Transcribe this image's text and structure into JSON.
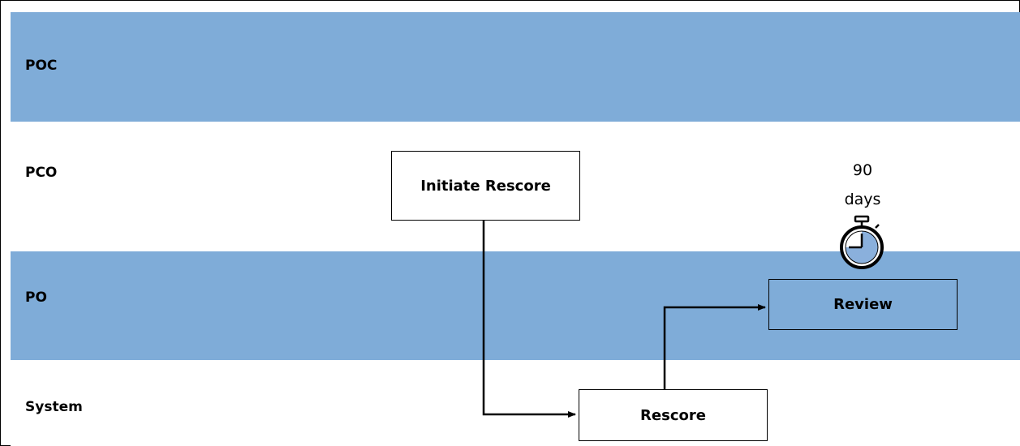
{
  "colors": {
    "lane_fill": "#7FACD8",
    "box_fill_blue": "#7FACD8",
    "border": "#000000",
    "background": "#FFFFFF"
  },
  "lanes": [
    {
      "label": "POC",
      "filled": true
    },
    {
      "label": "PCO",
      "filled": false
    },
    {
      "label": "PO",
      "filled": true
    },
    {
      "label": "System",
      "filled": false
    }
  ],
  "nodes": {
    "initiate_rescore": "Initiate Rescore",
    "review": "Review",
    "rescore": "Rescore"
  },
  "timer": {
    "value": "90",
    "unit": "days",
    "icon": "stopwatch-icon"
  },
  "edges": [
    {
      "from": "Initiate Rescore",
      "to": "Rescore"
    },
    {
      "from": "Rescore",
      "to": "Review"
    }
  ]
}
